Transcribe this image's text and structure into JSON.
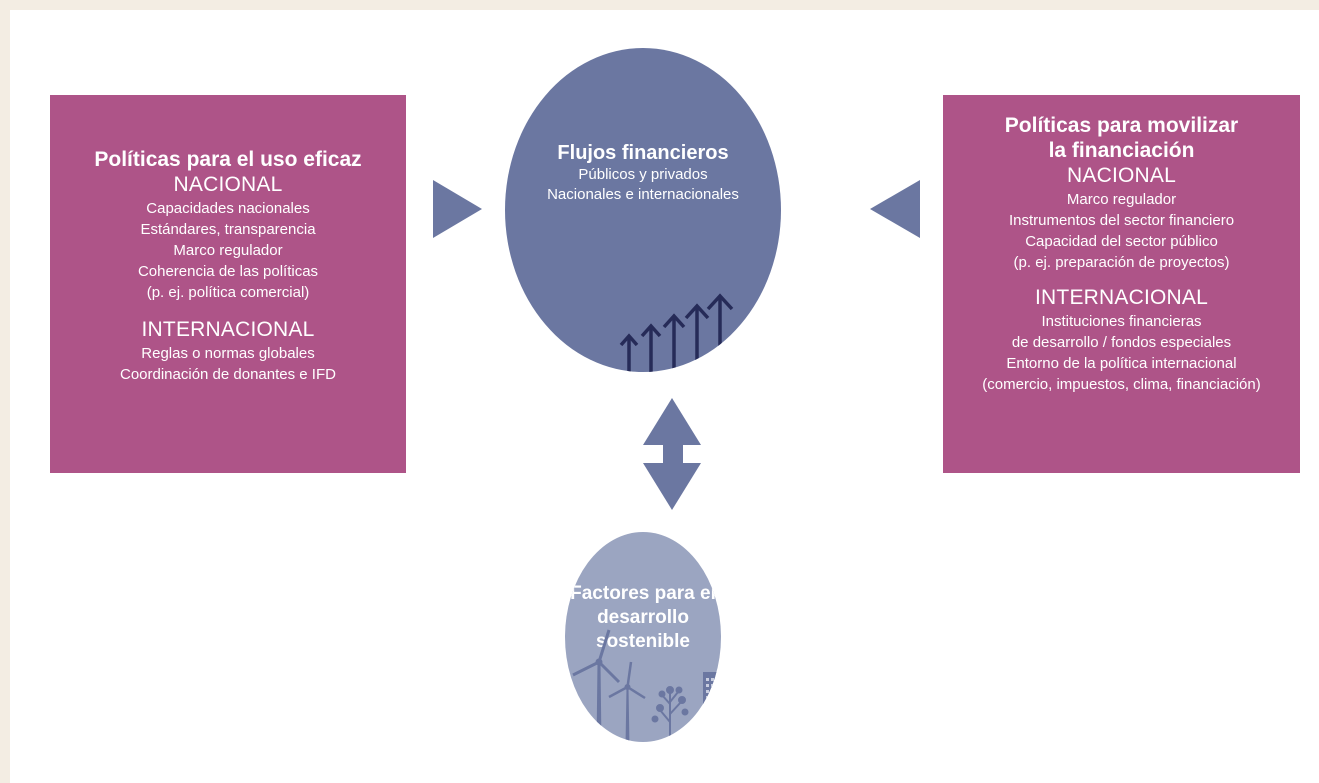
{
  "colors": {
    "box": "#ae5488",
    "flows_circle": "#6b77a1",
    "factors_circle": "#9ba5c1",
    "arrows": "#6b77a1",
    "icons_dark": "#262b58",
    "icons_light": "#6b77a1",
    "frame": "#f3ede3"
  },
  "left_box": {
    "title": "Políticas para el uso eficaz",
    "national_heading": "NACIONAL",
    "national_items": [
      "Capacidades nacionales",
      "Estándares, transparencia",
      "Marco regulador",
      "Coherencia de las políticas",
      "(p. ej. política comercial)"
    ],
    "international_heading": "INTERNACIONAL",
    "international_items": [
      "Reglas o normas globales",
      "Coordinación de donantes e IFD"
    ]
  },
  "right_box": {
    "title_lines": [
      "Políticas para movilizar",
      "la financiación"
    ],
    "national_heading": "NACIONAL",
    "national_items": [
      "Marco regulador",
      "Instrumentos del sector financiero",
      "Capacidad del sector público",
      "(p. ej. preparación de proyectos)"
    ],
    "international_heading": "INTERNACIONAL",
    "international_items": [
      "Instituciones financieras",
      "de desarrollo / fondos especiales",
      "Entorno de la política internacional",
      "(comercio, impuestos, clima, financiación)"
    ]
  },
  "flows_circle": {
    "title": "Flujos financieros",
    "lines": [
      "Públicos y privados",
      "Nacionales e internacionales"
    ],
    "icon": "rising-arrows-icon"
  },
  "factors_circle": {
    "title_lines": [
      "Factores para el",
      "desarrollo sostenible"
    ],
    "icons": [
      "wind-turbine-icon",
      "tree-icon",
      "building-icon"
    ]
  }
}
